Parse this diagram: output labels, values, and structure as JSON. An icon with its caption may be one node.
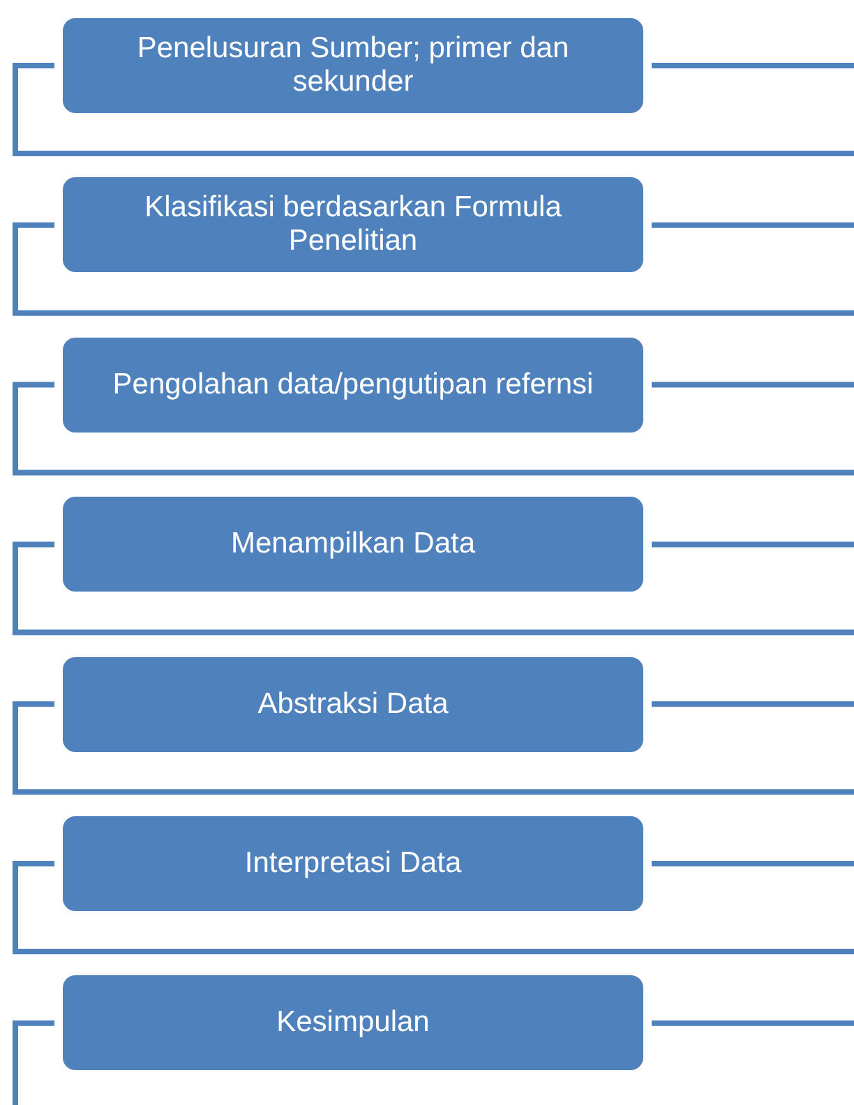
{
  "diagram": {
    "nodes": [
      {
        "text": [
          "Penelusuran Sumber; primer dan sekunder"
        ]
      },
      {
        "text": [
          "Klasifikasi berdasarkan Formula Penelitian"
        ]
      },
      {
        "text": [
          "Pengolahan data/pengutipan refernsi"
        ]
      },
      {
        "text": [
          "Menampilkan Data"
        ]
      },
      {
        "text": [
          "Abstraksi Data"
        ]
      },
      {
        "text": [
          "Interpretasi Data"
        ]
      },
      {
        "text": [
          "Kesimpulan"
        ]
      }
    ]
  }
}
